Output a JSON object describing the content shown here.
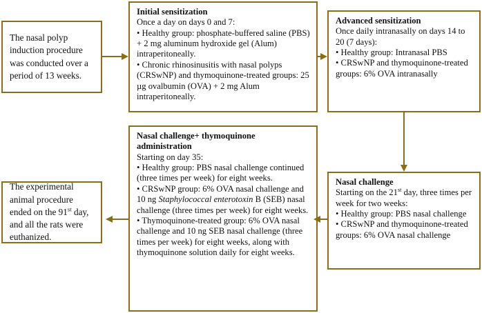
{
  "diagram": {
    "title": "Nasal polyp induction and thymoquinone administration experimental timeline",
    "accent_color": "#8a6d15",
    "background_color": "#ffffff",
    "text_color": "#111111"
  },
  "nodes": {
    "intro": {
      "body": "The nasal polyp induction procedure was conducted over a period of 13 weeks."
    },
    "initial_sensitization": {
      "title": "Initial sensitization",
      "body": "Once a day on days 0 and 7:\n• Healthy group: phosphate-buffered saline (PBS) + 2 mg aluminum hydroxide gel (Alum) intraperitoneally.\n• Chronic rhinosinusitis with nasal polyps (CRSwNP) and thymoquinone-treated groups: 25 µg ovalbumin (OVA) + 2 mg Alum intraperitoneally."
    },
    "advanced_sensitization": {
      "title": "Advanced sensitization",
      "body": "Once daily intranasally on days 14 to 20 (7 days):\n• Healthy group: Intranasal PBS\n• CRSwNP and thymoquinone-treated groups: 6% OVA intranasally"
    },
    "nasal_challenge": {
      "title": "Nasal challenge",
      "line_prefix": "Starting on the 21",
      "line_sup": "st",
      "line_suffix": " day, three times per week for two weeks:",
      "body": "• Healthy group: PBS nasal challenge\n• CRSwNP and thymoquinone-treated groups: 6% OVA nasal challenge"
    },
    "nasal_challenge_thymoquinone": {
      "title": "Nasal challenge+ thymoquinone administration",
      "body_start": "Starting on day 35:\n• Healthy group: PBS nasal challenge continued (three times per week) for eight weeks.\n• CRSwNP group: 6% OVA nasal challenge and 10 ng ",
      "italic_1": "Staphylococcal enterotoxin",
      "body_mid": " B (SEB) nasal challenge (three times per week) for eight weeks.\n• Thymoquinone-treated group: 6% OVA nasal challenge and 10 ng SEB nasal challenge (three times per week) for eight weeks, along with thymoquinone solution daily for eight weeks."
    },
    "end": {
      "prefix": "The experimental animal procedure ended on the 91",
      "sup": "st",
      "suffix": " day, and all the rats were euthanized."
    }
  },
  "connectors": [
    {
      "name": "intro-to-initial",
      "direction": "right"
    },
    {
      "name": "initial-to-advanced",
      "direction": "right"
    },
    {
      "name": "advanced-to-nasal-challenge",
      "direction": "down"
    },
    {
      "name": "nasal-challenge-to-thymoquinone",
      "direction": "left"
    },
    {
      "name": "thymoquinone-to-end",
      "direction": "left"
    }
  ]
}
